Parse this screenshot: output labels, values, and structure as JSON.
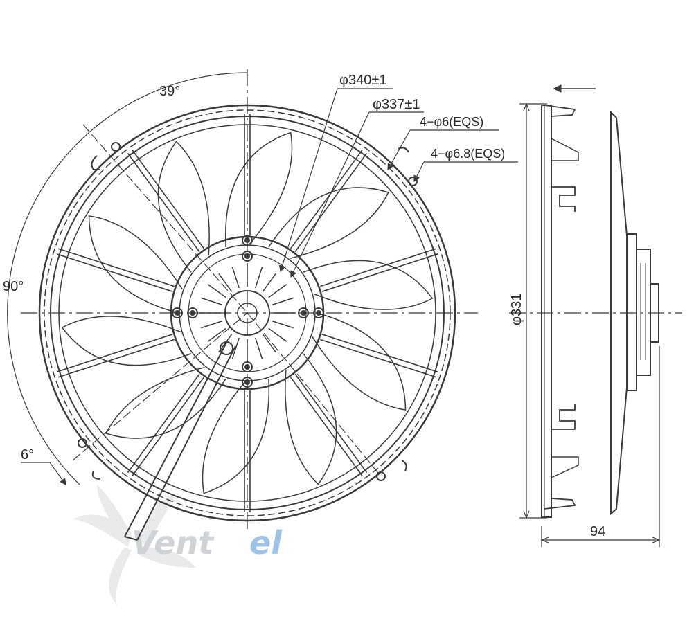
{
  "drawing": {
    "front_view": {
      "angle_top": "39°",
      "angle_left": "90°",
      "angle_bottom": "6°",
      "dia_outer": "φ340±1",
      "dia_inner": "φ337±1",
      "holes_a": "4−φ6(EQS)",
      "holes_b": "4−φ6.8(EQS)",
      "blade_count": 10,
      "spoke_count": 10
    },
    "side_view": {
      "dia_body": "φ331",
      "depth": "94"
    }
  },
  "watermark": {
    "text_part1": "Vent",
    "text_part2": "el",
    "color_gray": "#cfd3d6",
    "color_blue": "#9ec3e6"
  },
  "colors": {
    "line": "#3a3a3a"
  }
}
